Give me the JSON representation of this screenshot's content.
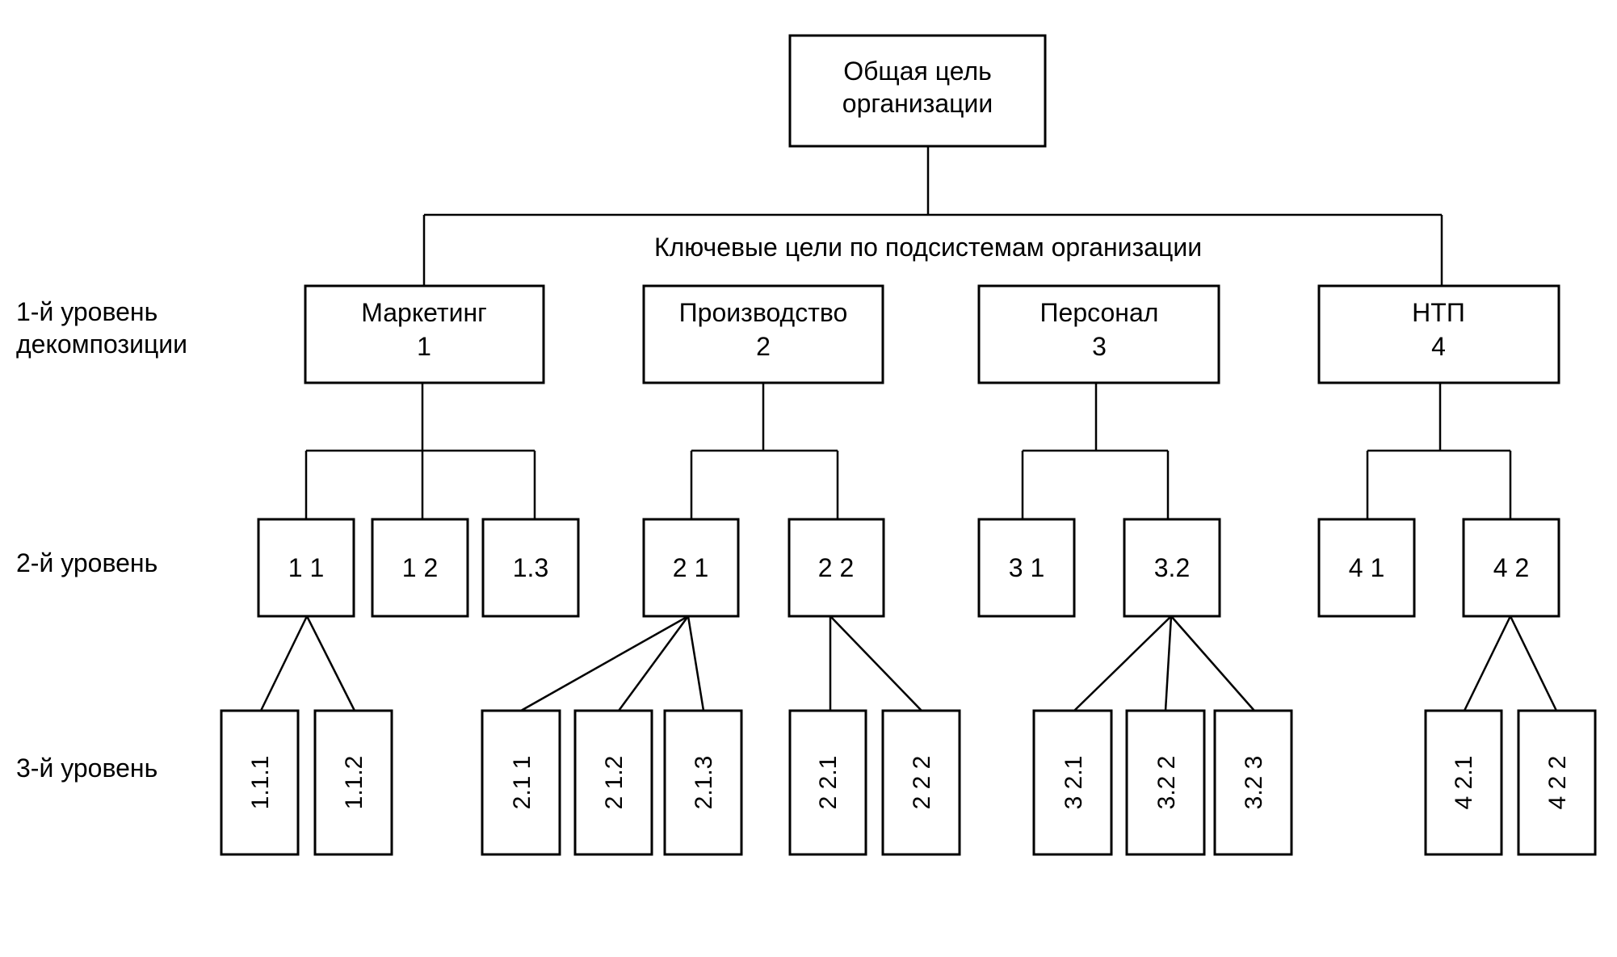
{
  "root": {
    "line1": "Общая цель",
    "line2": "организации"
  },
  "subtitle": "Ключевые цели по подсистемам организации",
  "level_labels": {
    "l1_line1": "1-й уровень",
    "l1_line2": "декомпозиции",
    "l2": "2-й уровень",
    "l3": "3-й уровень"
  },
  "level1": [
    {
      "name": "Маркетинг",
      "num": "1"
    },
    {
      "name": "Производство",
      "num": "2"
    },
    {
      "name": "Персонал",
      "num": "3"
    },
    {
      "name": "НТП",
      "num": "4"
    }
  ],
  "level2": [
    "1 1",
    "1 2",
    "1.3",
    "2 1",
    "2 2",
    "3 1",
    "3.2",
    "4 1",
    "4 2"
  ],
  "level3": [
    "1.1.1",
    "1.1.2",
    "2.1 1",
    "2 1.2",
    "2.1.3",
    "2 2.1",
    "2 2 2",
    "3 2.1",
    "3.2 2",
    "3.2 3",
    "4 2.1",
    "4 2 2"
  ]
}
